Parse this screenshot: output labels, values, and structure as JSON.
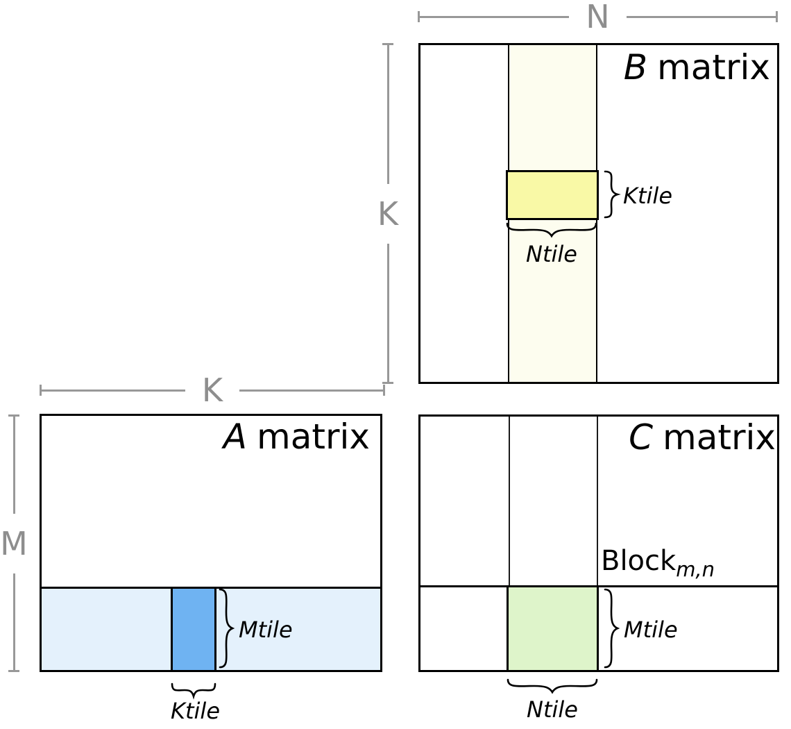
{
  "colors": {
    "b_strip": "#fdfdef",
    "b_tile": "#f9f9a6",
    "a_strip": "#e4f1fc",
    "a_tile": "#6fb3f2",
    "c_tile": "#def4ca",
    "dim_line": "#989898",
    "dim_text": "#8e8e8e"
  },
  "dim_labels": {
    "n": "N",
    "k_b": "K",
    "k_a": "K",
    "m": "M"
  },
  "b_matrix": {
    "title_letter": "B",
    "title_word": "matrix",
    "ktile": "Ktile",
    "ntile": "Ntile"
  },
  "a_matrix": {
    "title_letter": "A",
    "title_word": "matrix",
    "mtile": "Mtile",
    "ktile": "Ktile"
  },
  "c_matrix": {
    "title_letter": "C",
    "title_word": "matrix",
    "block": "Block",
    "block_sub": "m,n",
    "mtile": "Mtile",
    "ntile": "Ntile"
  }
}
